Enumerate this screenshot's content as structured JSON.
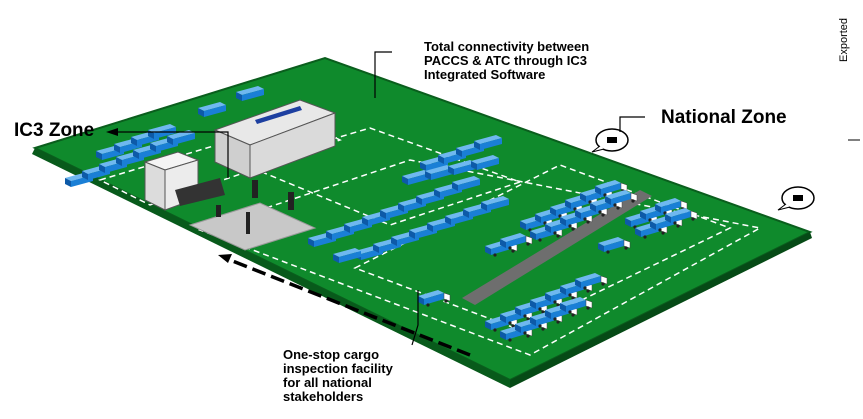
{
  "labels": {
    "connectivity": [
      "Total connectivity between",
      "PACCS & ATC through IC3",
      "Integrated Software"
    ],
    "ic3_zone": "IC3 Zone",
    "national_zone": "National Zone",
    "one_stop": [
      "One-stop cargo",
      "inspection facility",
      "for all national",
      "stakeholders"
    ],
    "side_text": "Exported"
  },
  "colors": {
    "field": "#0f8a2c",
    "field_edge": "#0a5e1d",
    "container": "#1a7fd6",
    "container_dark": "#0d5aa8",
    "road": "#6e6e6e",
    "pad": "#c8c8c8"
  },
  "icons": [
    "truck-icon",
    "container-icon",
    "building-icon",
    "camera-icon",
    "arrow-icon"
  ]
}
